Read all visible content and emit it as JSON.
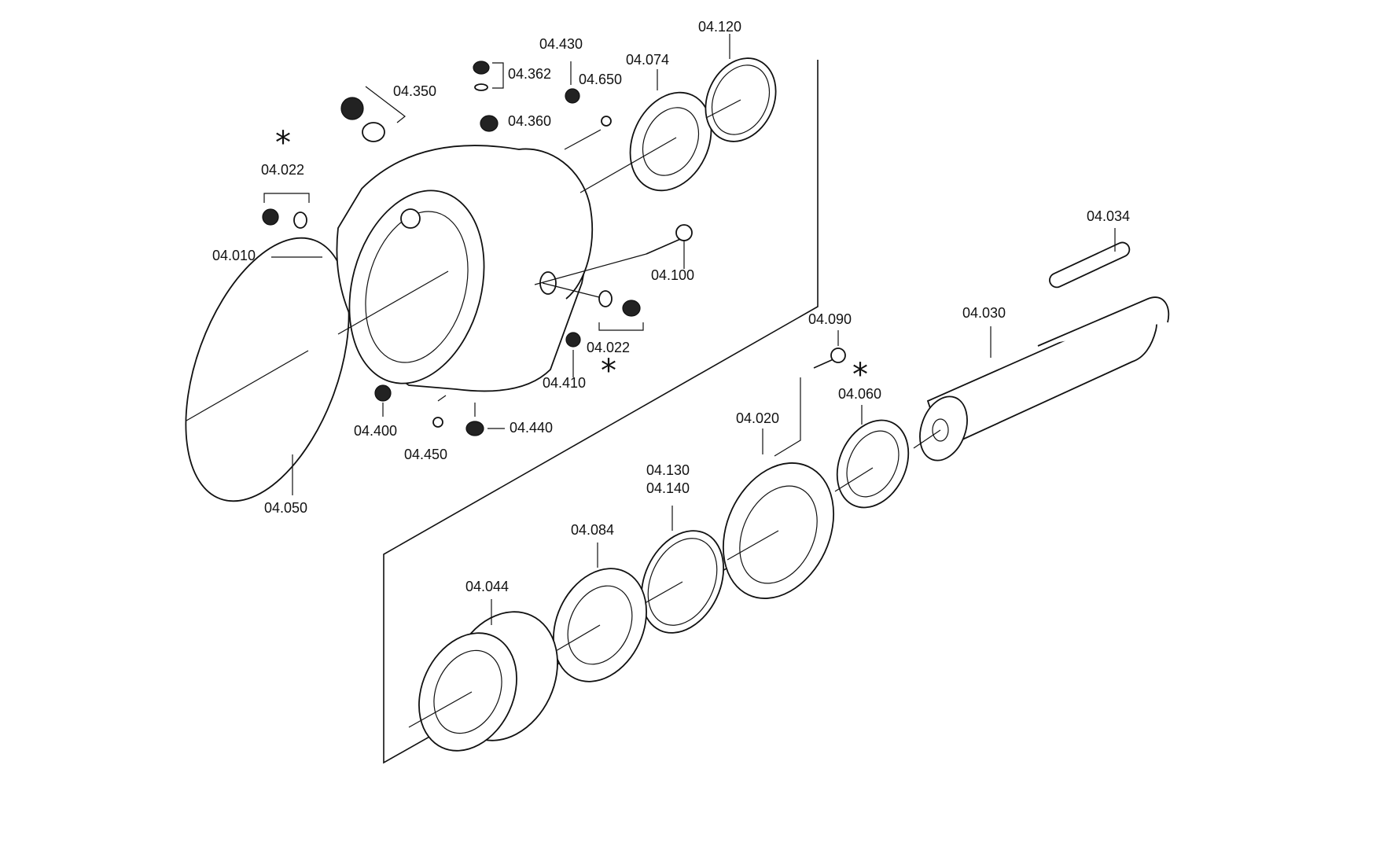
{
  "labels": {
    "p04_010": "04.010",
    "p04_020": "04.020",
    "p04_022a": "04.022",
    "p04_022b": "04.022",
    "p04_030": "04.030",
    "p04_034": "04.034",
    "p04_044": "04.044",
    "p04_050": "04.050",
    "p04_060": "04.060",
    "p04_074": "04.074",
    "p04_084": "04.084",
    "p04_090": "04.090",
    "p04_100": "04.100",
    "p04_120": "04.120",
    "p04_130": "04.130",
    "p04_140": "04.140",
    "p04_350": "04.350",
    "p04_360": "04.360",
    "p04_362": "04.362",
    "p04_400": "04.400",
    "p04_410": "04.410",
    "p04_430": "04.430",
    "p04_440": "04.440",
    "p04_450": "04.450",
    "p04_650": "04.650"
  },
  "marker": "*"
}
